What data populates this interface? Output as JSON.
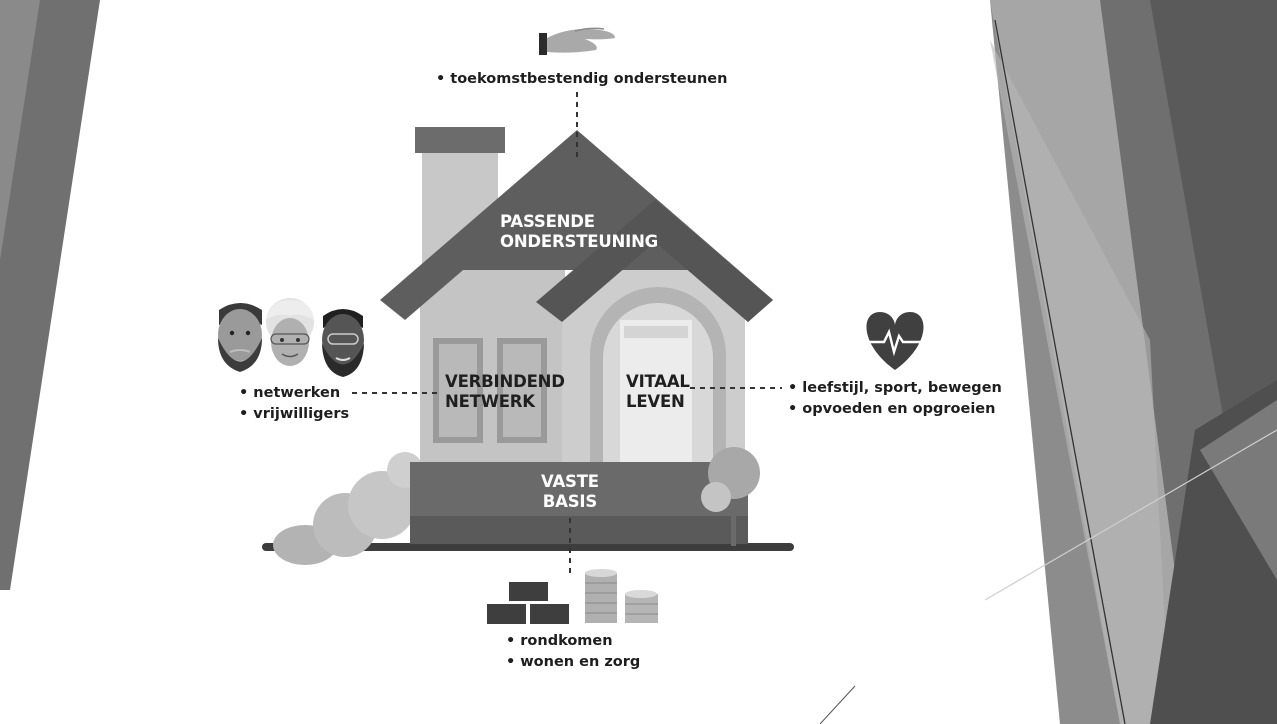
{
  "diagram": {
    "roof": {
      "line1": "PASSENDE",
      "line2": "ONDERSTEUNING"
    },
    "left_pillar": {
      "line1": "VERBINDEND",
      "line2": "NETWERK"
    },
    "right_pillar": {
      "line1": "VITAAL",
      "line2": "LEVEN"
    },
    "foundation": {
      "line1": "VASTE",
      "line2": "BASIS"
    },
    "top_bullets": [
      "toekomstbestendig ondersteunen"
    ],
    "left_bullets": [
      "netwerken",
      "vrijwilligers"
    ],
    "right_bullets": [
      "leefstijl, sport, bewegen",
      "opvoeden en opgroeien"
    ],
    "bottom_bullets": [
      "rondkomen",
      "wonen en zorg"
    ],
    "bullet_char": "•"
  },
  "icons": [
    "hand-icon",
    "people-icon",
    "heart-icon",
    "bricks-icon",
    "coins-icon",
    "tree-icon",
    "bush-icon",
    "chimney-icon"
  ],
  "colors": {
    "background": "#ffffff",
    "roof": "#5c5c5c",
    "wall": "#c9c9c9",
    "foundation": "#6a6a6a",
    "decoration": "#8a8a8a"
  }
}
